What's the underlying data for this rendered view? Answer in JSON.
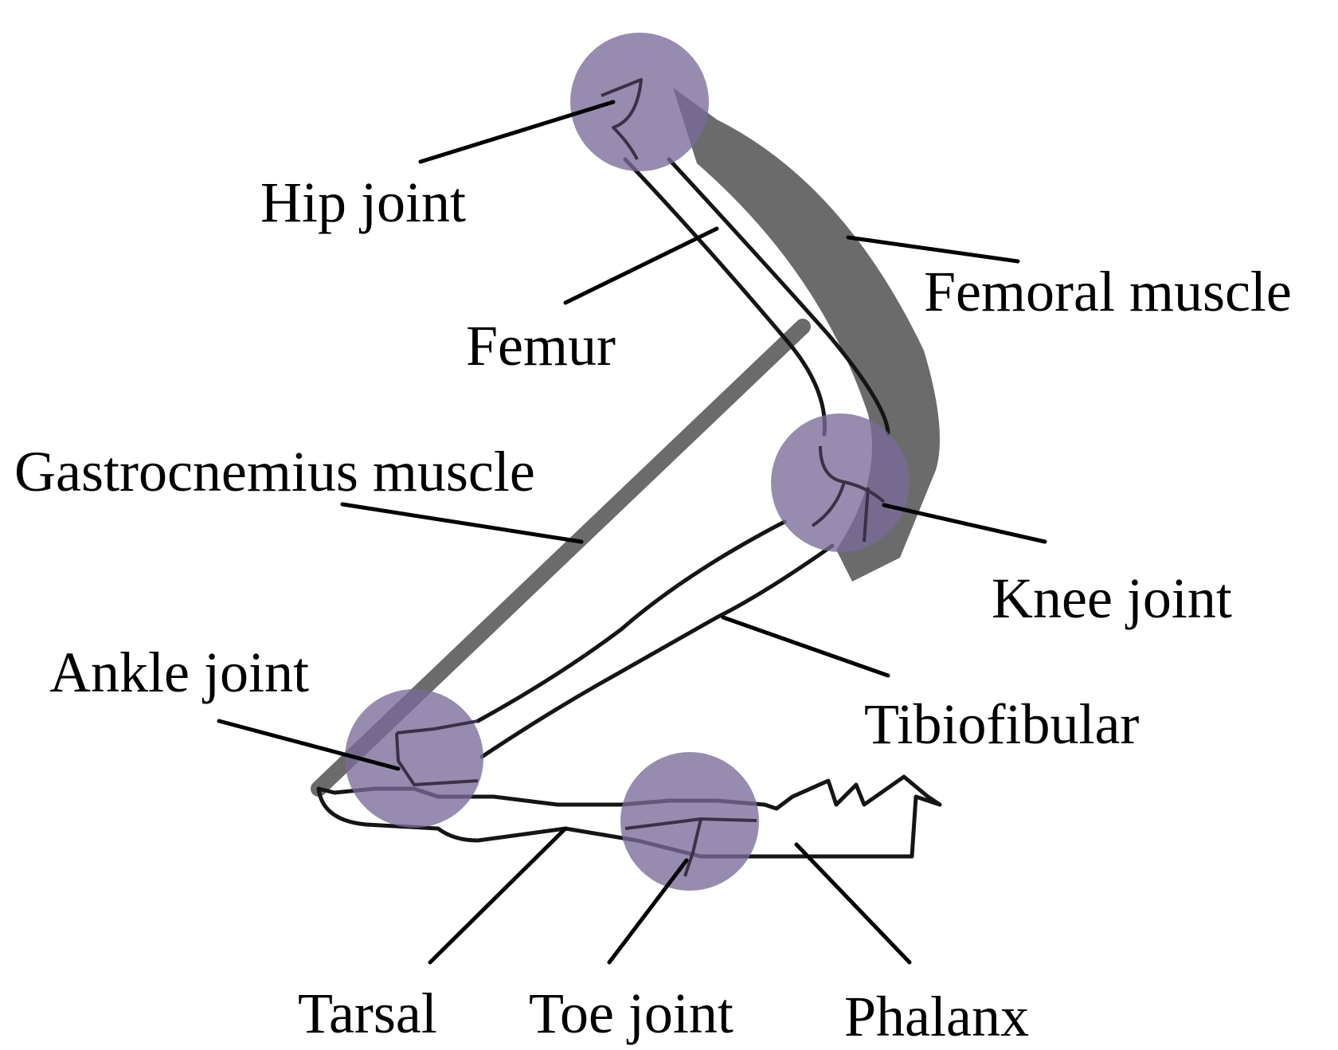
{
  "labels": {
    "hip_joint": "Hip joint",
    "femoral_muscle": "Femoral muscle",
    "femur": "Femur",
    "gastrocnemius_muscle": "Gastrocnemius muscle",
    "knee_joint": "Knee joint",
    "ankle_joint": "Ankle joint",
    "tibiofibular": "Tibiofibular",
    "tarsal": "Tarsal",
    "toe_joint": "Toe joint",
    "phalanx": "Phalanx"
  },
  "colors": {
    "joint_fill": "#7a6c98",
    "muscle": "#6b6b6b",
    "bone_outline": "#151515",
    "leader_line": "#000000",
    "background": "#ffffff"
  }
}
